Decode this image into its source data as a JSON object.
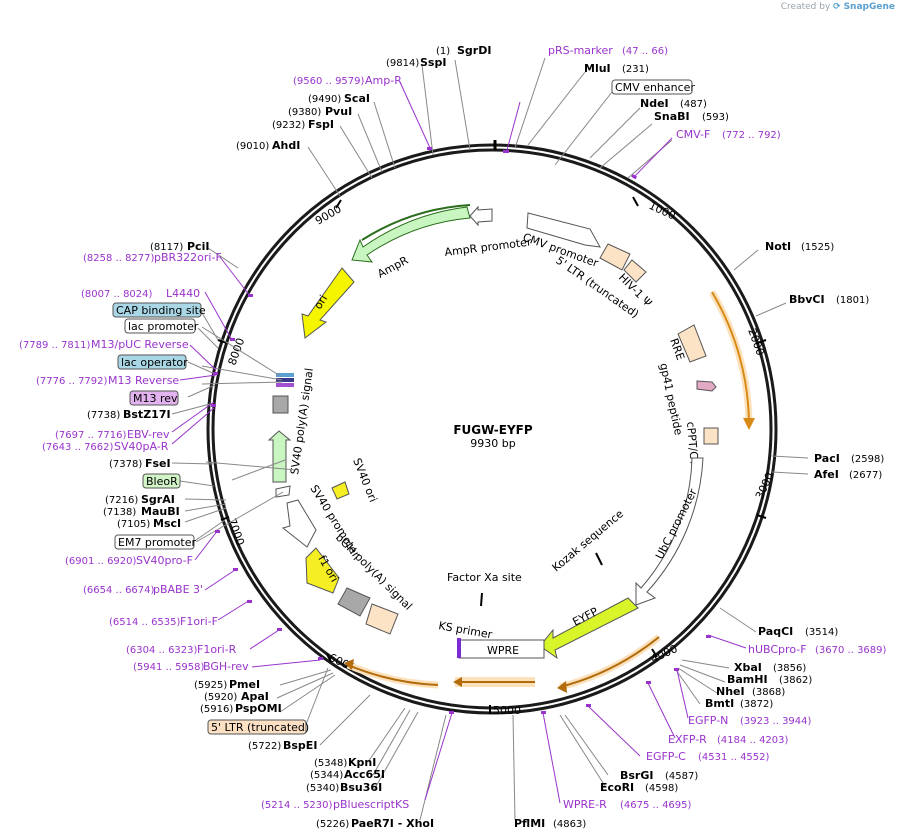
{
  "brand": {
    "created_by": "Created by",
    "product": "SnapGene"
  },
  "plasmid": {
    "name": "FUGW-EYFP",
    "size_label": "9930 bp",
    "length": 9930
  },
  "ticks": [
    "1000",
    "2000",
    "3000",
    "4000",
    "5000",
    "6000",
    "7000",
    "8000",
    "9000"
  ],
  "sites": [
    {
      "name": "SgrDI",
      "pos": "(1)"
    },
    {
      "name": "MluI",
      "pos": "(231)"
    },
    {
      "name": "NdeI",
      "pos": "(487)"
    },
    {
      "name": "SnaBI",
      "pos": "(593)"
    },
    {
      "name": "NotI",
      "pos": "(1525)"
    },
    {
      "name": "BbvCI",
      "pos": "(1801)"
    },
    {
      "name": "PacI",
      "pos": "(2598)"
    },
    {
      "name": "AfeI",
      "pos": "(2677)"
    },
    {
      "name": "PaqCI",
      "pos": "(3514)"
    },
    {
      "name": "XbaI",
      "pos": "(3856)"
    },
    {
      "name": "BamHI",
      "pos": "(3862)"
    },
    {
      "name": "NheI",
      "pos": "(3868)"
    },
    {
      "name": "BmtI",
      "pos": "(3872)"
    },
    {
      "name": "BsrGI",
      "pos": "(4587)"
    },
    {
      "name": "EcoRI",
      "pos": "(4598)"
    },
    {
      "name": "PflMI",
      "pos": "(4863)"
    },
    {
      "name": "PaeR7I - XhoI",
      "pos": "(5226)"
    },
    {
      "name": "Bsu36I",
      "pos": "(5340)"
    },
    {
      "name": "Acc65I",
      "pos": "(5344)"
    },
    {
      "name": "KpnI",
      "pos": "(5348)"
    },
    {
      "name": "BspEI",
      "pos": "(5722)"
    },
    {
      "name": "PspOMI",
      "pos": "(5916)"
    },
    {
      "name": "ApaI",
      "pos": "(5920)"
    },
    {
      "name": "PmeI",
      "pos": "(5925)"
    },
    {
      "name": "MscI",
      "pos": "(7105)"
    },
    {
      "name": "MauBI",
      "pos": "(7138)"
    },
    {
      "name": "SgrAI",
      "pos": "(7216)"
    },
    {
      "name": "FseI",
      "pos": "(7378)"
    },
    {
      "name": "BstZ17I",
      "pos": "(7738)"
    },
    {
      "name": "PciI",
      "pos": "(8117)"
    },
    {
      "name": "AhdI",
      "pos": "(9010)"
    },
    {
      "name": "FspI",
      "pos": "(9232)"
    },
    {
      "name": "PvuI",
      "pos": "(9380)"
    },
    {
      "name": "ScaI",
      "pos": "(9490)"
    },
    {
      "name": "SspI",
      "pos": "(9814)"
    }
  ],
  "primers": [
    {
      "name": "pRS-marker",
      "range": "(47 .. 66)"
    },
    {
      "name": "CMV-F",
      "range": "(772 .. 792)"
    },
    {
      "name": "hUBCpro-F",
      "range": "(3670 .. 3689)"
    },
    {
      "name": "EGFP-N",
      "range": "(3923 .. 3944)"
    },
    {
      "name": "EXFP-R",
      "range": "(4184 .. 4203)"
    },
    {
      "name": "EGFP-C",
      "range": "(4531 .. 4552)"
    },
    {
      "name": "WPRE-R",
      "range": "(4675 .. 4695)"
    },
    {
      "name": "pBluescriptKS",
      "range": "(5214 .. 5230)"
    },
    {
      "name": "BGH-rev",
      "range": "(5941 .. 5958)"
    },
    {
      "name": "F1ori-R",
      "range": "(6304 .. 6323)"
    },
    {
      "name": "F1ori-F",
      "range": "(6514 .. 6535)"
    },
    {
      "name": "pBABE 3'",
      "range": "(6654 .. 6674)"
    },
    {
      "name": "SV40pro-F",
      "range": "(6901 .. 6920)"
    },
    {
      "name": "SV40pA-R",
      "range": "(7643 .. 7662)"
    },
    {
      "name": "EBV-rev",
      "range": "(7697 .. 7716)"
    },
    {
      "name": "M13 Reverse",
      "range": "(7776 .. 7792)"
    },
    {
      "name": "M13/pUC Reverse",
      "range": "(7789 .. 7811)"
    },
    {
      "name": "L4440",
      "range": "(8007 .. 8024)"
    },
    {
      "name": "pBR322ori-F",
      "range": "(8258 .. 8277)"
    },
    {
      "name": "Amp-R",
      "range": "(9560 .. 9579)"
    }
  ],
  "boxed_features": [
    {
      "name": "CMV enhancer",
      "fill": "#ffffff"
    },
    {
      "name": "CAP binding site",
      "fill": "#a9d7e6"
    },
    {
      "name": "lac promoter",
      "fill": "#ffffff"
    },
    {
      "name": "lac operator",
      "fill": "#a9d7e6"
    },
    {
      "name": "M13 rev",
      "fill": "#e3b3f0"
    },
    {
      "name": "BleoR",
      "fill": "#d2f5c8"
    },
    {
      "name": "EM7 promoter",
      "fill": "#ffffff"
    },
    {
      "name": "5' LTR (truncated)",
      "fill": "#fce0c4"
    }
  ],
  "features": [
    {
      "name": "CMV promoter",
      "fill": "#ffffff"
    },
    {
      "name": "5' LTR (truncated)",
      "fill": "#fde3c6"
    },
    {
      "name": "HIV-1 Ψ",
      "fill": "#fde3c6"
    },
    {
      "name": "RRE",
      "fill": "#fde3c6"
    },
    {
      "name": "gp41 peptide",
      "fill": "#e2a9c4"
    },
    {
      "name": "cPPT/CTS",
      "fill": "#fde3c6"
    },
    {
      "name": "UbC promoter",
      "fill": "#ffffff"
    },
    {
      "name": "Kozak sequence",
      "fill": "#000000"
    },
    {
      "name": "EYFP",
      "fill": "#d8f52a"
    },
    {
      "name": "Factor Xa site",
      "fill": "#000000"
    },
    {
      "name": "WPRE",
      "fill": "#ffffff"
    },
    {
      "name": "KS primer",
      "fill": "#7b2bd6"
    },
    {
      "name": "bGH poly(A) signal",
      "fill": "#fde3c6"
    },
    {
      "name": "f1 ori",
      "fill": "#f5ee22"
    },
    {
      "name": "SV40 promoter",
      "fill": "#ffffff"
    },
    {
      "name": "SV40 ori",
      "fill": "#f5ee22"
    },
    {
      "name": "SV40 poly(A) signal",
      "fill": "#a8a8a8"
    },
    {
      "name": "ori",
      "fill": "#f5f500"
    },
    {
      "name": "AmpR",
      "fill": "#c8f5c0"
    },
    {
      "name": "AmpR promoter",
      "fill": "#ffffff"
    }
  ],
  "colors": {
    "primer": "#9933cc",
    "backbone": "#1a1a1a",
    "orange_arc": "#e59a1a"
  }
}
